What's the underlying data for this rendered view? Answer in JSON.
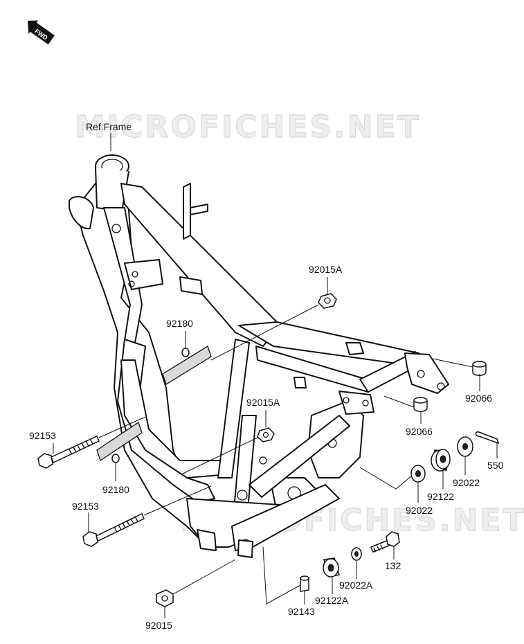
{
  "watermark": {
    "text": "MICROFICHES.NET"
  },
  "fwd_label": "FWD",
  "ref_frame_label": "Ref.Frame",
  "callouts": {
    "p92015A_upper": "92015A",
    "p92015A_lower": "92015A",
    "p92180_upper": "92180",
    "p92180_lower": "92180",
    "p92153_upper": "92153",
    "p92153_lower": "92153",
    "p92066_right": "92066",
    "p92066_mid": "92066",
    "p550": "550",
    "p92022_right": "92022",
    "p92122": "92122",
    "p92022_left": "92022",
    "p132": "132",
    "p92022A": "92022A",
    "p92122A": "92122A",
    "p92143": "92143",
    "p92015": "92015"
  }
}
